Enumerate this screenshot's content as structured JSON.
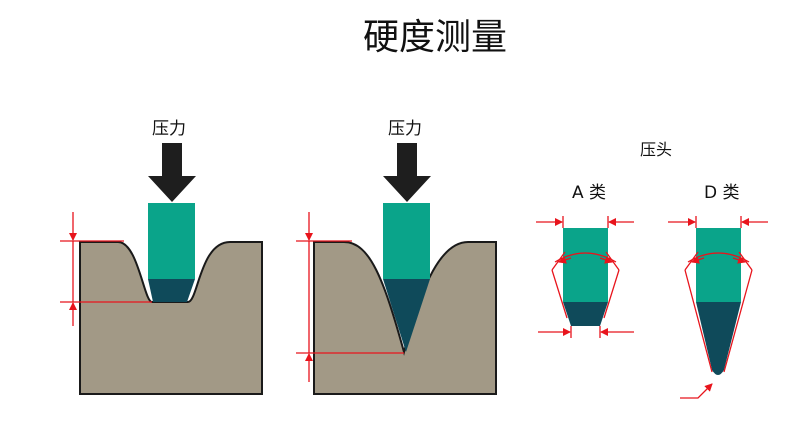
{
  "title": "硬度测量",
  "diagrams": [
    {
      "force_label": "压力"
    },
    {
      "force_label": "压力"
    }
  ],
  "indenters": {
    "label": "压头",
    "type_a": "A 类",
    "type_d": "D 类"
  },
  "colors": {
    "material": "#a29986",
    "material_border": "#1a1a1a",
    "indenter_body": "#0aa48a",
    "indenter_tip": "#0f4a5a",
    "arrow": "#1e1e1e",
    "dimension": "#e8141c"
  }
}
